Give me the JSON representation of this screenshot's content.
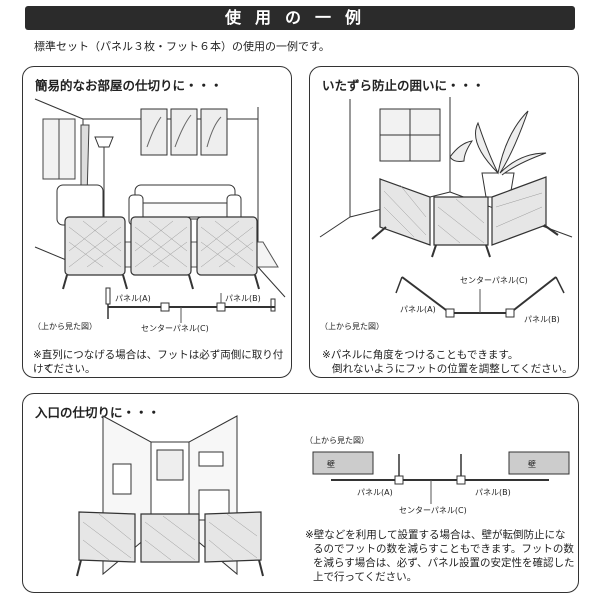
{
  "header": {
    "title": "使用の一例"
  },
  "intro": "標準セット（パネル３枚・フット６本）の使用の一例です。",
  "panels": {
    "room": {
      "title": "簡易的なお部屋の仕切りに・・・",
      "view_label": "（上から見た図）",
      "labels": {
        "panel_a": "パネル(A)",
        "panel_b": "パネル(B)",
        "center": "センターパネル(C)"
      },
      "note_line1": "※直列につなげる場合は、フットは必ず両側に取り付けて",
      "note_line2": "ください。"
    },
    "prank": {
      "title": "いたずら防止の囲いに・・・",
      "view_label": "（上から見た図）",
      "labels": {
        "panel_a": "パネル(A)",
        "panel_b": "パネル(B)",
        "center": "センターパネル(C)"
      },
      "note_line1": "※パネルに角度をつけることもできます。",
      "note_line2": "倒れないようにフットの位置を調整してください。"
    },
    "entrance": {
      "title": "入口の仕切りに・・・",
      "view_label": "（上から見た図）",
      "wall_label": "壁",
      "labels": {
        "panel_a": "パネル(A)",
        "panel_b": "パネル(B)",
        "center": "センターパネル(C)"
      },
      "note_lines": [
        "※壁などを利用して設置する場合は、壁が転倒防止にな",
        "るのでフットの数を減らすこともできます。フットの数",
        "を減らす場合は、必ず、パネル設置の安定性を確認した",
        "上で行ってください。"
      ]
    }
  }
}
